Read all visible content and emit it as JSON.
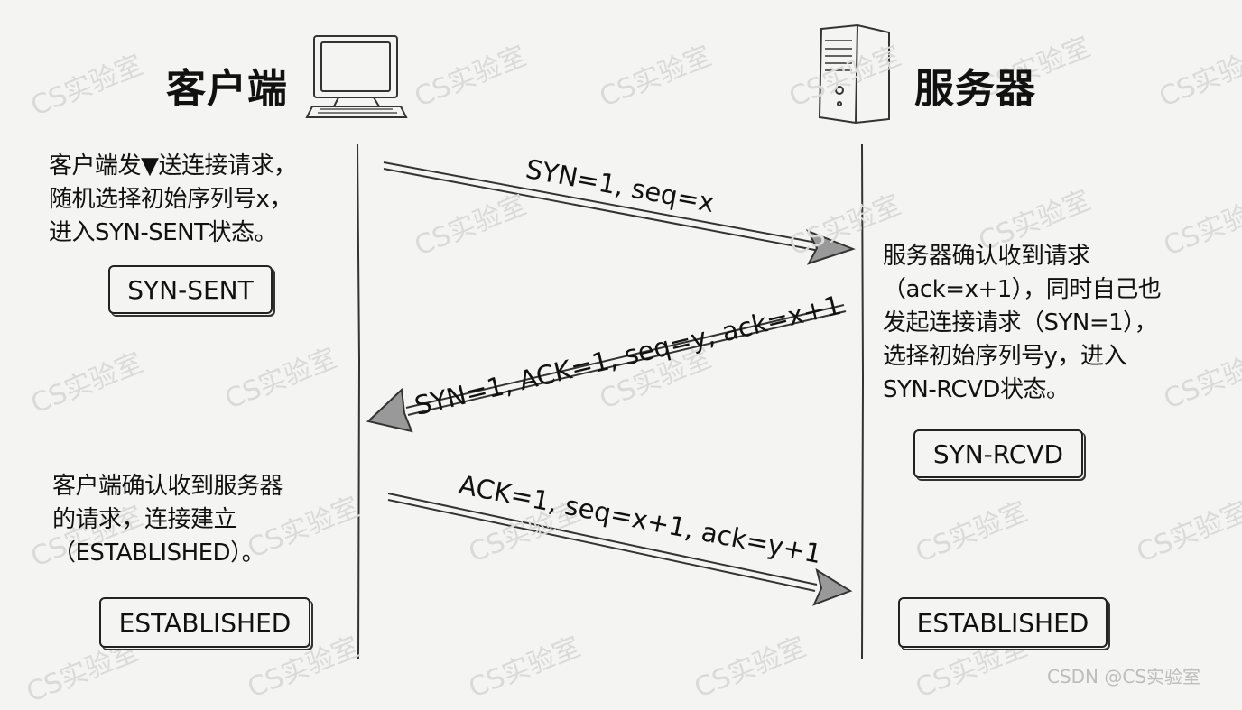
{
  "client": {
    "title": "客户端",
    "note1": [
      "客户端发▼送连接请求，",
      "随机选择初始序列号x，",
      "进入SYN-SENT状态。"
    ],
    "state1": "SYN-SENT",
    "note2": [
      "客户端确认收到服务器",
      "的请求，连接建立",
      "（ESTABLISHED）。"
    ],
    "state2": "ESTABLISHED"
  },
  "server": {
    "title": "服务器",
    "note1": [
      "服务器确认收到请求",
      "（ack=x+1），同时自己也",
      "发起连接请求（SYN=1），",
      "选择初始序列号y，进入",
      "SYN-RCVD状态。"
    ],
    "state1": "SYN-RCVD",
    "state2": "ESTABLISHED"
  },
  "messages": {
    "m1": "SYN=1, seq=x",
    "m2": "SYN=1, ACK=1, seq=y, ack=x+1",
    "m3": "ACK=1, seq=x+1, ack=y+1"
  },
  "watermark": "CS实验室",
  "credit": "CSDN @CS实验室",
  "icons": {
    "client": "computer-monitor-icon",
    "server": "server-tower-icon"
  }
}
